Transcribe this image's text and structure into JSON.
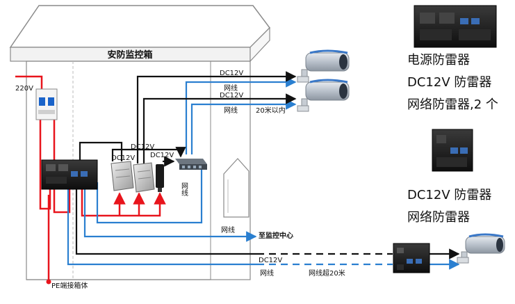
{
  "cabinet": {
    "title": "安防监控箱"
  },
  "labels": {
    "v220": "220V",
    "dc12v_top1": "DC12V",
    "net_top1": "网线",
    "dc12v_top2": "DC12V",
    "net_top2": "网线",
    "within20m": "20米以内",
    "dc12v_psu1": "DC12V",
    "dc12v_psu2": "DC12V",
    "dc12v_adapter": "DC12V",
    "switch_net": "网线",
    "net_bottom": "网线",
    "to_center": "至监控中心",
    "dc12v_bottom": "DC12V",
    "net_bottom2": "网线",
    "over20m": "网线超20米",
    "pe": "PE端接箱体"
  },
  "legend": {
    "line1": "电源防雷器",
    "line2": "DC12V 防雷器",
    "line3": "网络防雷器,2 个",
    "line4": "DC12V 防雷器",
    "line5": "网络防雷器"
  },
  "colors": {
    "power": "#e8141c",
    "network": "#2a7fd0",
    "dc": "#111111",
    "cabinet": "#8a8a8a"
  }
}
